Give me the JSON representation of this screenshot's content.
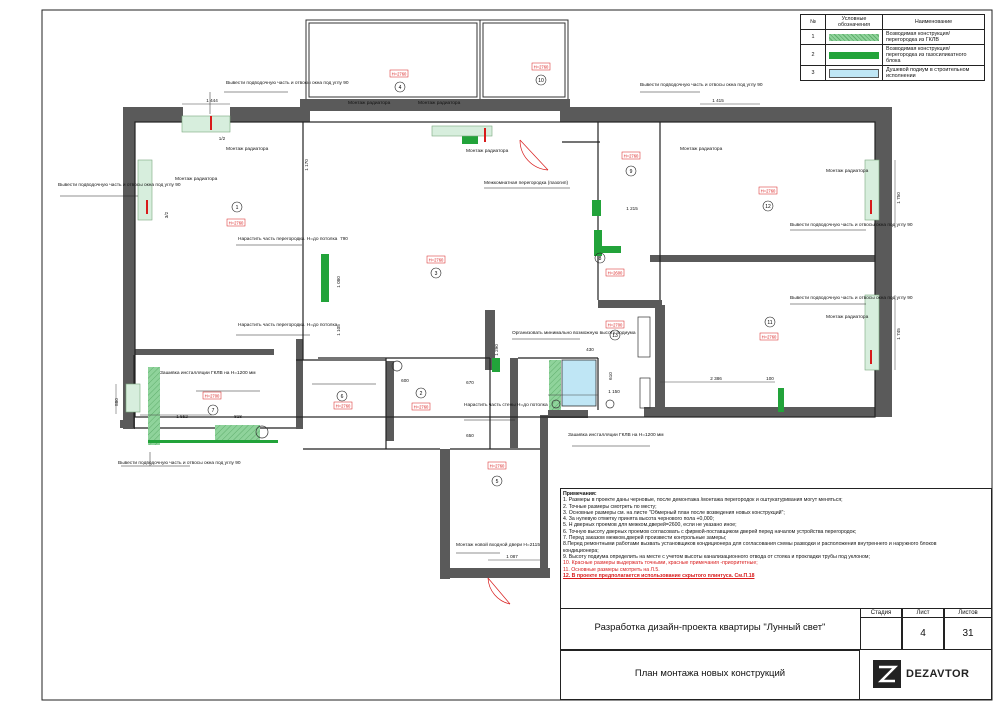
{
  "legend": {
    "headers": {
      "num": "№",
      "symbols": "Условные обозначения",
      "name": "Наименование"
    },
    "rows": [
      {
        "num": "1",
        "name": "Возводимая конструкция/ перегородка из ГКЛВ",
        "color": "#8fd39b"
      },
      {
        "num": "2",
        "name": "Возводимая конструкция/перегородка из газосиликатного блока",
        "color": "#22a33a"
      },
      {
        "num": "3",
        "name": "Душевой подиум в строительном исполнении",
        "color": "#bfe6f5"
      }
    ]
  },
  "rooms": [
    "1",
    "2",
    "3",
    "4",
    "5",
    "6",
    "7",
    "8",
    "9",
    "10",
    "11",
    "12",
    "13"
  ],
  "height_tags": [
    "Н=2760",
    "Н=2760",
    "Н=2760",
    "Н=2760",
    "Н=2760",
    "Н=2760",
    "Н=2760",
    "Н=2760",
    "Н=2760",
    "Н=2760",
    "Н=2700",
    "Н=2700",
    "Н=2600"
  ],
  "callouts": {
    "window_outlet": "Вывести подводочную часть и отвосы окна под углу 90",
    "radiator_mount": "Монтаж радиатора",
    "build_partition": "Нарастить часть перегородки. Н=до потолка",
    "interroom_partition": "Межкомнатная перегородка (пазогип)",
    "gkl_install": "Зашивка инсталляции ГКЛВ на Н=1200 мм",
    "podium_height": "Организовать минимально возможную высоту подиума",
    "build_wall": "Нарастить часть стены Н=до потолка",
    "entrance_door": "Монтаж новой входной двери Н=2115"
  },
  "dimensions": [
    "1 444",
    "1 415",
    "1 170",
    "790",
    "1 180",
    "1 105",
    "1 215",
    "1 550",
    "2 386",
    "1 087",
    "1 750",
    "1 745",
    "1 080",
    "1 552",
    "818",
    "650",
    "670",
    "430",
    "1 150",
    "1 290",
    "600",
    "610",
    "100",
    "1/2",
    "3/2",
    "880"
  ],
  "notes": {
    "title": "Примечания:",
    "items": [
      {
        "text": "1. Размеры в проекте даны черновые, после демонтажа /монтажа перегородок и оштукатуривания могут меняться;",
        "style": "normal"
      },
      {
        "text": "2. Точные размеры смотреть по месту;",
        "style": "normal"
      },
      {
        "text": "3. Основные размеры см. на листе \"Обмерный план после возведения новых конструкций\";",
        "style": "normal"
      },
      {
        "text": "4. За нулевую отметку принята высота чернового пола +0,000;",
        "style": "normal"
      },
      {
        "text": "5. Н дверных проемов для межком.дверей=2600, если не указано иное;",
        "style": "normal"
      },
      {
        "text": "6. Точную высоту дверных проемов согласовать с фирмой-поставщиком дверей перед началом устройства перегородок;",
        "style": "normal"
      },
      {
        "text": "7. Перед заказом межком.дверей произвести контрольные замеры;",
        "style": "normal"
      },
      {
        "text": "8.Перед ремонтными работами вызвать установщиков кондиционера для согласования схемы разводки и расположения внутреннего и наружного блоков кондиционера;",
        "style": "normal"
      },
      {
        "text": "9. Высоту подиума определить на месте с учетом высоты  канализационного отвода от стояка и прокладки трубы под уклоном;",
        "style": "normal"
      },
      {
        "text": "10. Красные размеры выдержать точными, красные примечания -приоритетные;",
        "style": "red"
      },
      {
        "text": "11. Основные размеры смотреть на Л.5.",
        "style": "red"
      },
      {
        "text": "12. В проекте предполагается использование скрытого плинтуса. См.П.18",
        "style": "redu"
      }
    ]
  },
  "title_block": {
    "project": "Разработка дизайн-проекта квартиры \"Лунный свет\"",
    "sheet_title": "План монтажа новых конструкций",
    "stage_label": "Стадия",
    "stage_value": "",
    "sheet_label": "Лист",
    "sheet_value": "4",
    "sheets_label": "Листов",
    "sheets_value": "31",
    "logo_text": "DEZAVTOR"
  }
}
